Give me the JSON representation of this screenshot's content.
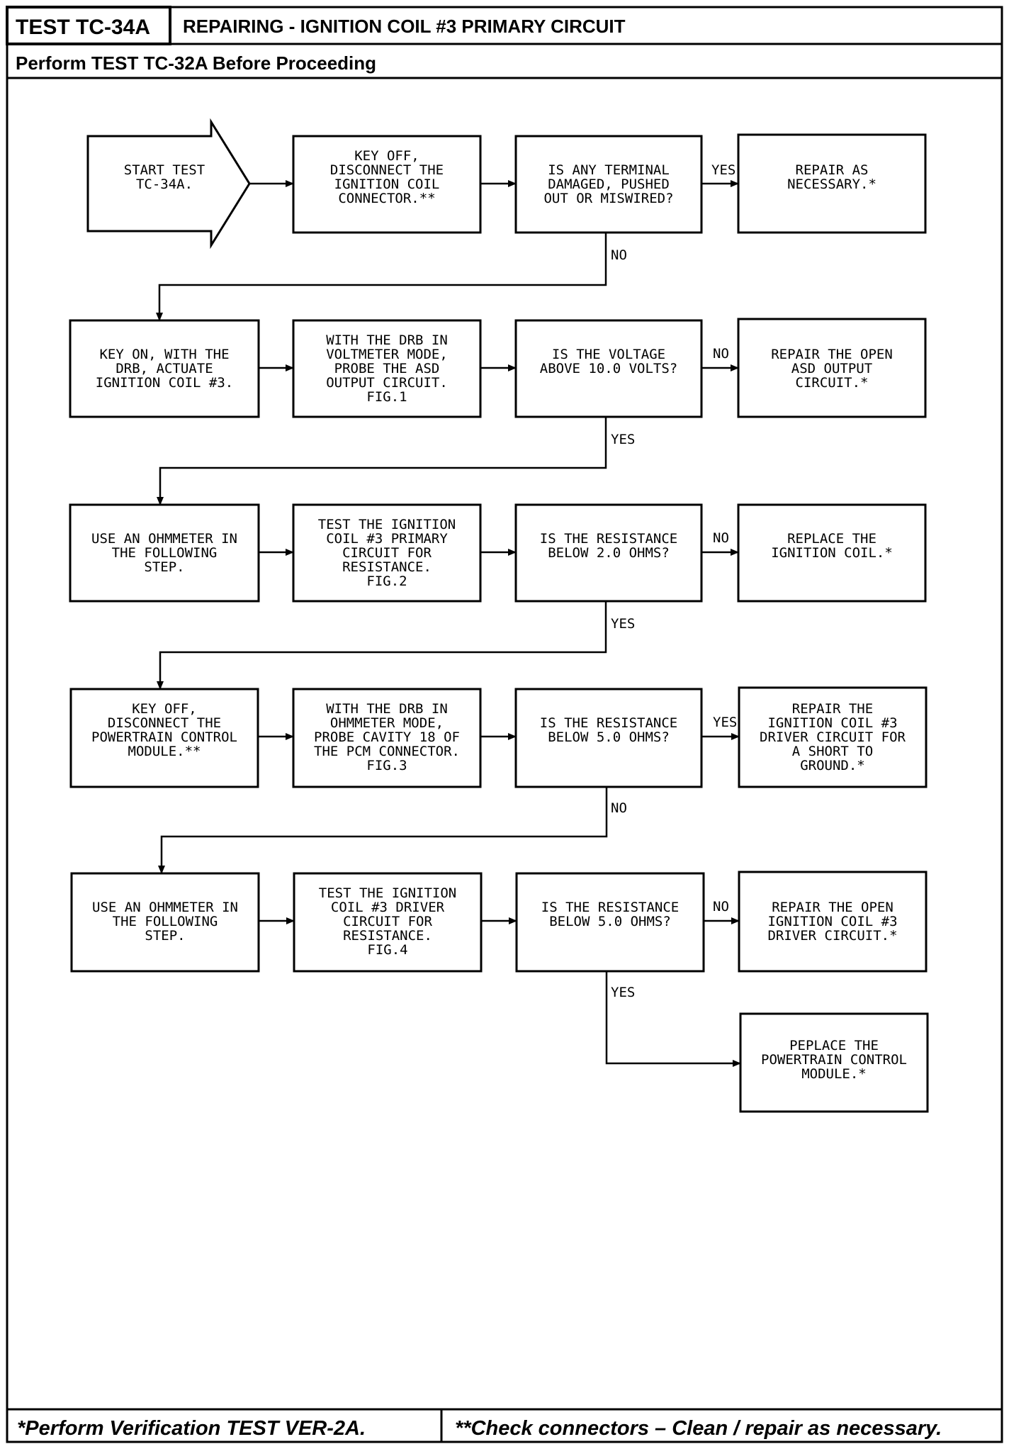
{
  "header": {
    "test_id": "TEST TC-34A",
    "title": "REPAIRING - IGNITION COIL #3 PRIMARY CIRCUIT",
    "prerequisite": "Perform TEST TC-32A Before Proceeding"
  },
  "nodes": {
    "start": [
      "START TEST",
      "TC-34A."
    ],
    "r1c2": [
      "KEY OFF,",
      "DISCONNECT THE",
      "IGNITION COIL",
      "CONNECTOR.**"
    ],
    "r1c3": [
      "IS ANY TERMINAL",
      "DAMAGED, PUSHED",
      "OUT OR MISWIRED?"
    ],
    "r1c4": [
      "REPAIR AS",
      "NECESSARY.*"
    ],
    "r2c1": [
      "KEY ON, WITH THE",
      "DRB, ACTUATE",
      "IGNITION COIL #3."
    ],
    "r2c2": [
      "WITH THE DRB IN",
      "VOLTMETER MODE,",
      "PROBE THE ASD",
      "OUTPUT CIRCUIT.",
      "FIG.1"
    ],
    "r2c3": [
      "IS THE VOLTAGE",
      "ABOVE 10.0 VOLTS?"
    ],
    "r2c4": [
      "REPAIR THE OPEN",
      "ASD OUTPUT",
      "CIRCUIT.*"
    ],
    "r3c1": [
      "USE AN OHMMETER IN",
      "THE FOLLOWING",
      "STEP."
    ],
    "r3c2": [
      "TEST THE IGNITION",
      "COIL #3 PRIMARY",
      "CIRCUIT FOR",
      "RESISTANCE.",
      "FIG.2"
    ],
    "r3c3": [
      "IS THE RESISTANCE",
      "BELOW 2.0 OHMS?"
    ],
    "r3c4": [
      "REPLACE THE",
      "IGNITION COIL.*"
    ],
    "r4c1": [
      "KEY OFF,",
      "DISCONNECT THE",
      "POWERTRAIN CONTROL",
      "MODULE.**"
    ],
    "r4c2": [
      "WITH THE DRB IN",
      "OHMMETER MODE,",
      "PROBE CAVITY 18 OF",
      "THE PCM CONNECTOR.",
      "FIG.3"
    ],
    "r4c3": [
      "IS THE RESISTANCE",
      "BELOW 5.0 OHMS?"
    ],
    "r4c4": [
      "REPAIR THE",
      "IGNITION COIL #3",
      "DRIVER CIRCUIT FOR",
      "A SHORT TO",
      "GROUND.*"
    ],
    "r5c1": [
      "USE AN OHMMETER IN",
      "THE FOLLOWING",
      "STEP."
    ],
    "r5c2": [
      "TEST THE IGNITION",
      "COIL #3 DRIVER",
      "CIRCUIT FOR",
      "RESISTANCE.",
      "FIG.4"
    ],
    "r5c3": [
      "IS THE RESISTANCE",
      "BELOW 5.0 OHMS?"
    ],
    "r5c4": [
      "REPAIR THE OPEN",
      "IGNITION COIL #3",
      "DRIVER CIRCUIT.*"
    ],
    "r6c4": [
      "PEPLACE THE",
      "POWERTRAIN CONTROL",
      "MODULE.*"
    ]
  },
  "labels": {
    "r1_yes": "YES",
    "r1_no": "NO",
    "r2_no": "NO",
    "r2_yes": "YES",
    "r3_no": "NO",
    "r3_yes": "YES",
    "r4_yes": "YES",
    "r4_no": "NO",
    "r5_no": "NO",
    "r5_yes": "YES"
  },
  "footer": {
    "note1": "*Perform Verification TEST VER-2A.",
    "note2": "**Check connectors – Clean / repair as necessary."
  }
}
